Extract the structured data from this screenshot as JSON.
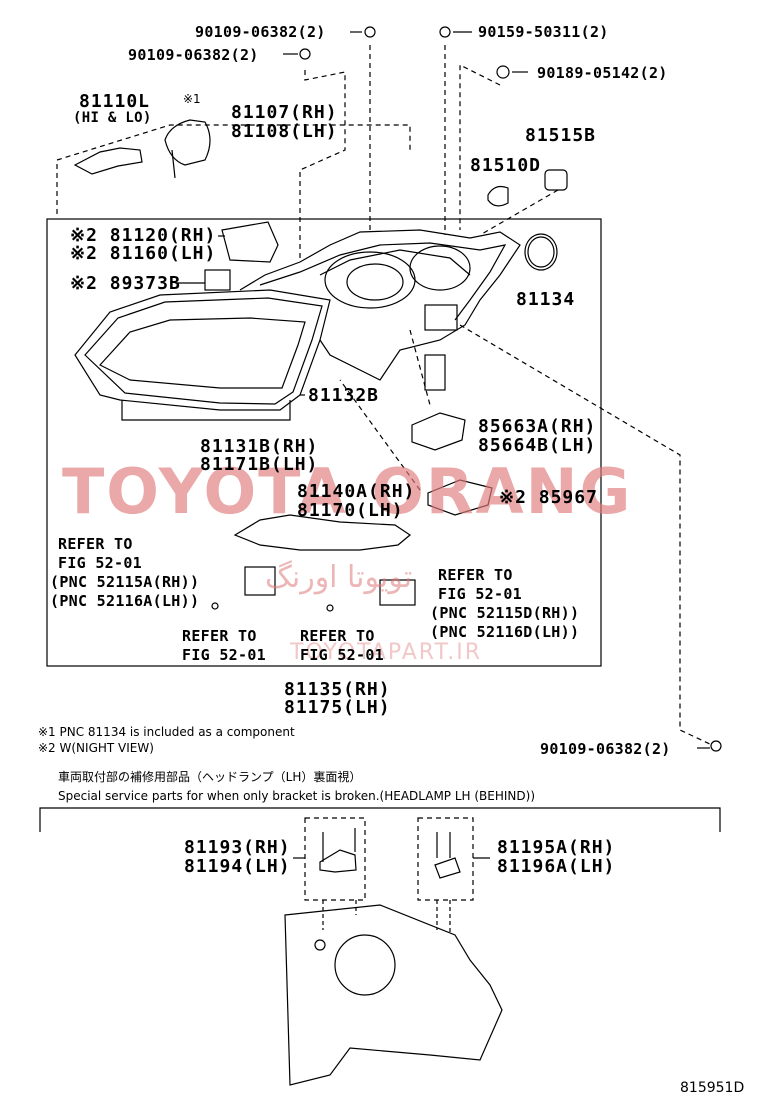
{
  "parts": {
    "p1": "90109-06382(2)",
    "p2": "90109-06382(2)",
    "p3": "90159-50311(2)",
    "p4": "90189-05142(2)",
    "p5_a": "81110L",
    "p5_b": "(HI & LO)",
    "p6_mark": "※1",
    "p6_a": "81107(RH)",
    "p6_b": "81108(LH)",
    "p7": "81515B",
    "p8": "81510D",
    "p9_a": "※2 81120(RH)",
    "p9_b": "※2 81160(LH)",
    "p10": "※2 89373B",
    "p11": "81134",
    "p12": "81132B",
    "p13_a": "85663A(RH)",
    "p13_b": "85664B(LH)",
    "p14_a": "81131B(RH)",
    "p14_b": "81171B(LH)",
    "p15_a": "81140A(RH)",
    "p15_b": "81170(LH)",
    "p16": "※2 85967",
    "p17_a": "81135(RH)",
    "p17_b": "81175(LH)",
    "p18": "90109-06382(2)",
    "p19_a": "81193(RH)",
    "p19_b": "81194(LH)",
    "p20_a": "81195A(RH)",
    "p20_b": "81196A(LH)"
  },
  "refs": {
    "r1_a": "REFER TO",
    "r1_b": "FIG 52-01",
    "r1_c": "(PNC 52115A(RH))",
    "r1_d": "(PNC 52116A(LH))",
    "r2_a": "REFER TO",
    "r2_b": "FIG 52-01",
    "r2_c": "(PNC 52115D(RH))",
    "r2_d": "(PNC 52116D(LH))",
    "r3_a": "REFER TO",
    "r3_b": "FIG 52-01",
    "r4_a": "REFER TO",
    "r4_b": "FIG 52-01"
  },
  "notes": {
    "n1": "※1 PNC 81134 is included as a component",
    "n2": "※2 W(NIGHT VIEW)",
    "n3": "車両取付部の補修用部品（ヘッドランプ（LH）裏面視）",
    "n4": "Special service parts for when only bracket is broken.(HEADLAMP LH (BEHIND))"
  },
  "watermark": {
    "main": "TOYOTA ORANG",
    "persian": "تویوتا اورنگ",
    "site": "TOYOTAPART.IR"
  },
  "figure_code": "815951D",
  "colors": {
    "line": "#000000",
    "watermark": "#e07b7b"
  }
}
